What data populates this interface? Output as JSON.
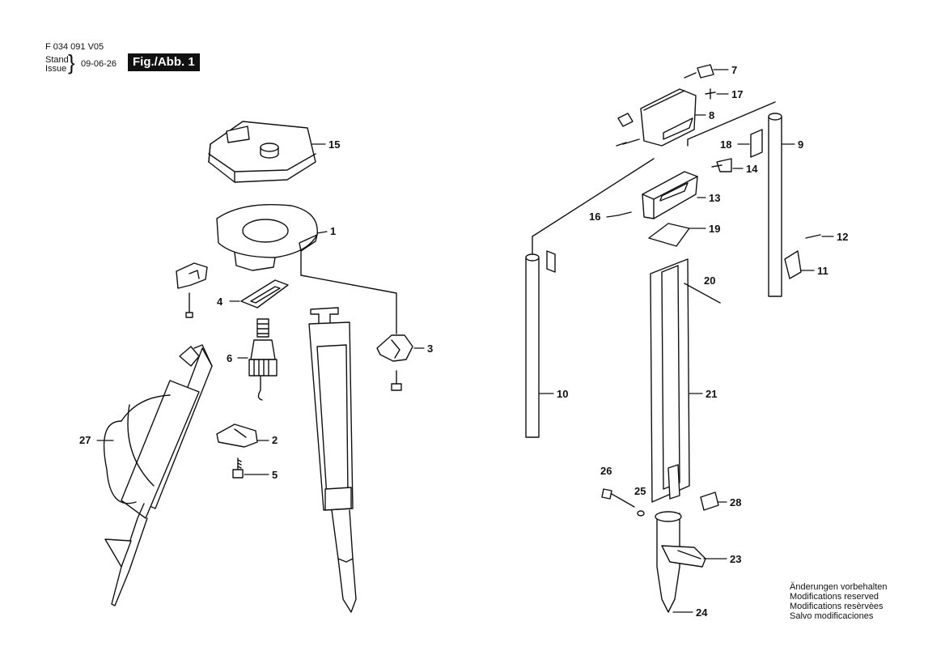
{
  "header": {
    "doc_number": "F 034 091 V05",
    "stand_label": "Stand",
    "issue_label": "Issue",
    "date": "09-06-26",
    "figure_label": "Fig./Abb. 1"
  },
  "callouts": [
    "15",
    "1",
    "4",
    "6",
    "3",
    "27",
    "2",
    "5",
    "7",
    "17",
    "8",
    "18",
    "9",
    "14",
    "13",
    "16",
    "19",
    "12",
    "11",
    "20",
    "10",
    "21",
    "26",
    "25",
    "28",
    "23",
    "24"
  ],
  "notes": [
    "Änderungen vorbehalten",
    "Modifications reserved",
    "Modifications resèrvèes",
    "Salvo modificaciones"
  ]
}
